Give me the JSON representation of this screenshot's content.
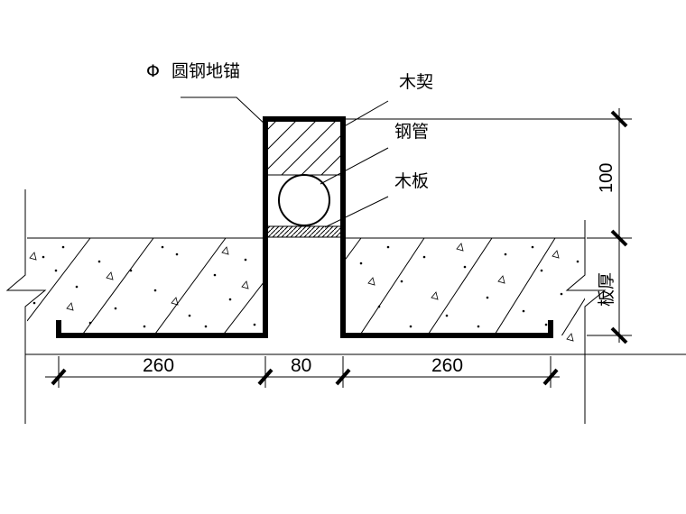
{
  "labels": {
    "anchor": "圆钢地锚",
    "anchor_symbol": "Φ",
    "wedge": "木契",
    "pipe": "钢管",
    "board": "木板"
  },
  "dimensions": {
    "left_width": "260",
    "gap_width": "80",
    "right_width": "260",
    "height_top": "100",
    "height_bottom": "板厚"
  },
  "colors": {
    "line": "#000000",
    "background": "#ffffff"
  }
}
